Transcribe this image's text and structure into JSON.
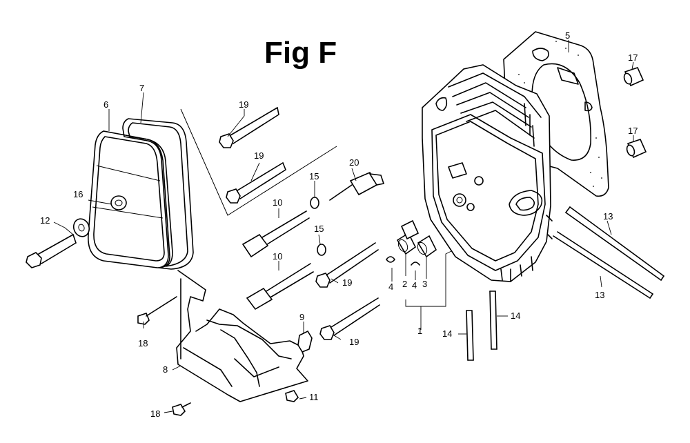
{
  "title": "Fig F",
  "labels": {
    "l1": "1",
    "l2": "2",
    "l3": "3",
    "l4a": "4",
    "l4b": "4",
    "l5": "5",
    "l6": "6",
    "l7": "7",
    "l8": "8",
    "l9": "9",
    "l10a": "10",
    "l10b": "10",
    "l11": "11",
    "l12": "12",
    "l13a": "13",
    "l13b": "13",
    "l14a": "14",
    "l14b": "14",
    "l15a": "15",
    "l15b": "15",
    "l16": "16",
    "l17a": "17",
    "l17b": "17",
    "l18a": "18",
    "l18b": "18",
    "l19a": "19",
    "l19b": "19",
    "l19c": "19",
    "l19d": "19",
    "l20": "20"
  }
}
